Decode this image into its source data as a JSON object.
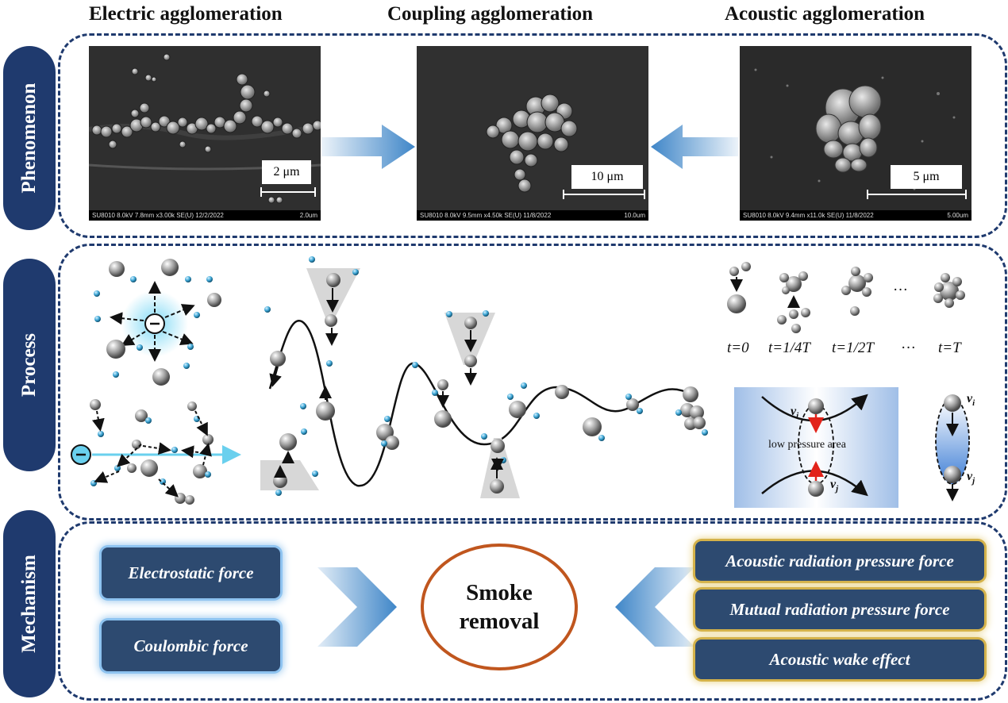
{
  "columns": {
    "electric": "Electric agglomeration",
    "coupling": "Coupling agglomeration",
    "acoustic": "Acoustic agglomeration"
  },
  "rows": {
    "phenomenon": "Phenomenon",
    "process": "Process",
    "mechanism": "Mechanism"
  },
  "sem_images": {
    "electric": {
      "scale": "2 μm",
      "footer_left": "SU8010 8.0kV 7.8mm x3.00k SE(U) 12/2/2022",
      "footer_right": "2.0um"
    },
    "coupling": {
      "scale": "10 μm",
      "footer_left": "SU8010 8.0kV 9.5mm x4.50k SE(U) 11/8/2022",
      "footer_right": "10.0um"
    },
    "acoustic": {
      "scale": "5 μm",
      "footer_left": "SU8010 8.0kV 9.4mm x11.0k SE(U) 11/8/2022",
      "footer_right": "5.00um"
    }
  },
  "process": {
    "time_labels": [
      "t=0",
      "t=1/4T",
      "t=1/2T",
      "···",
      "t=T"
    ],
    "ellipsis": "···",
    "low_pressure": "low pressure area",
    "vi": "v",
    "vi_sub": "i",
    "vj": "v",
    "vj_sub": "j"
  },
  "mechanism": {
    "left_forces": [
      "Electrostatic force",
      "Coulombic force"
    ],
    "center": [
      "Smoke",
      "removal"
    ],
    "right_forces": [
      "Acoustic radiation pressure force",
      "Mutual radiation pressure force",
      "Acoustic wake effect"
    ]
  },
  "colors": {
    "navy": "#1f3a6e",
    "force_box": "#2d4a70",
    "ellipse": "#c0561e",
    "arrow_blue": "#3f86c8"
  }
}
